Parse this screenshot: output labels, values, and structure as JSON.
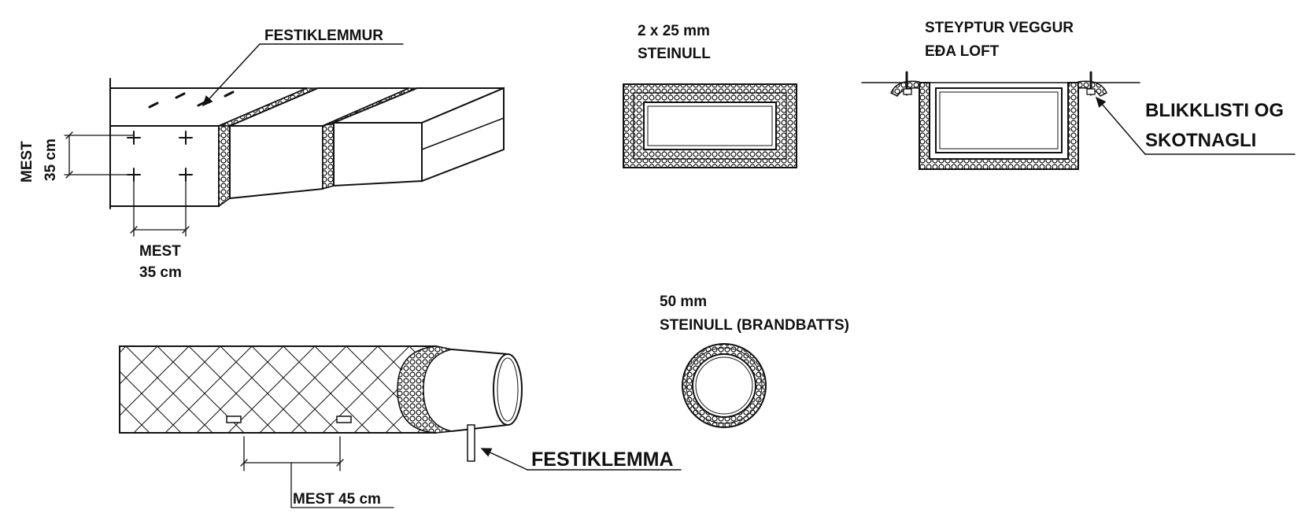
{
  "labels": {
    "festiklemmur": "FESTIKLEMMUR",
    "mest_vertical_1": "MEST",
    "mest_vertical_2": "35 cm",
    "mest_bottom_1": "MEST",
    "mest_bottom_2": "35 cm",
    "insul_rect_1": "2 x 25 mm",
    "insul_rect_2": "STEINULL",
    "wall_1": "STEYPTUR VEGGUR",
    "wall_2": "EÐA LOFT",
    "blikk_1": "BLIKKLISTI OG",
    "blikk_2": "SKOTNAGLI",
    "insul_round_1": "50 mm",
    "insul_round_2": "STEINULL (BRANDBATTS)",
    "festiklemma": "FESTIKLEMMA",
    "mest_45": "MEST 45 cm"
  },
  "colors": {
    "ink": "#111111",
    "paper": "#ffffff"
  }
}
